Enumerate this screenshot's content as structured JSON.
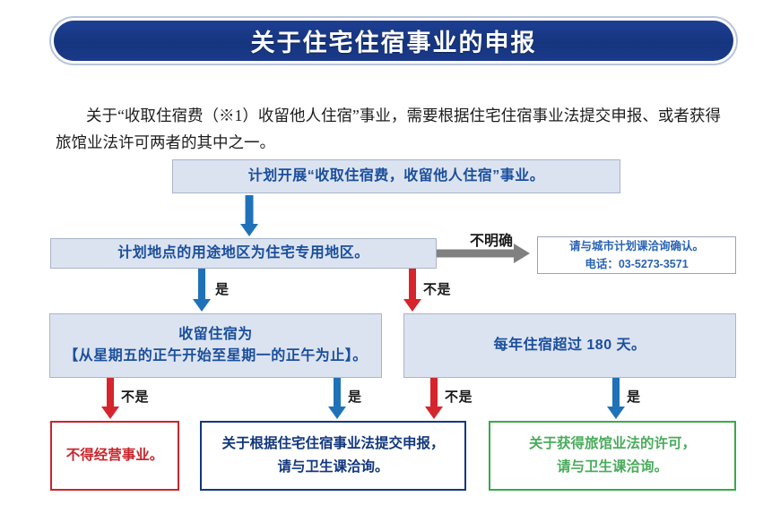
{
  "title": {
    "text": "关于住宅住宿事业的申报"
  },
  "intro": {
    "indent_marker": "",
    "text": "关于“收取住宿费（※1）收留他人住宿”事业，需要根据住宅住宿事业法提交申报、或者获得旅馆业法许可两者的其中之一。"
  },
  "colors": {
    "banner_fill": "#16357f",
    "banner_ring": "#b9c4de",
    "node_fill": "#dce3f0",
    "node_text": "#1a4f9c",
    "arrow_blue": "#1f72b8",
    "arrow_red": "#d6252c",
    "arrow_gray": "#808080",
    "result_red": "#c9252c",
    "result_navy": "#12377e",
    "result_green": "#4aab5c"
  },
  "flow": {
    "start": {
      "label": "计划开展“收取住宿费，收留他人住宿”事业。"
    },
    "decision_zone": {
      "label": "计划地点的用途地区为住宅专用地区。"
    },
    "note_city_plan": {
      "line1": "请与城市计划课洽询确认。",
      "line2": "电话：03-5273-3571"
    },
    "decision_period": {
      "line1": "收留住宿为",
      "line2": "【从星期五的正午开始至星期一的正午为止】。"
    },
    "decision_days": {
      "label": "每年住宿超过 180 天。"
    },
    "result_forbidden": {
      "label": "不得经营事业。"
    },
    "result_notify": {
      "line1": "关于根据住宅住宿事业法提交申报，",
      "line2": "请与卫生课洽询。"
    },
    "result_license": {
      "line1": "关于获得旅馆业法的许可，",
      "line2": "请与卫生课洽询。"
    },
    "edges": {
      "start_to_zone": "",
      "zone_unclear": "不明确",
      "zone_yes": "是",
      "zone_no": "不是",
      "period_no": "不是",
      "period_yes": "是",
      "days_no": "不是",
      "days_yes": "是"
    }
  }
}
